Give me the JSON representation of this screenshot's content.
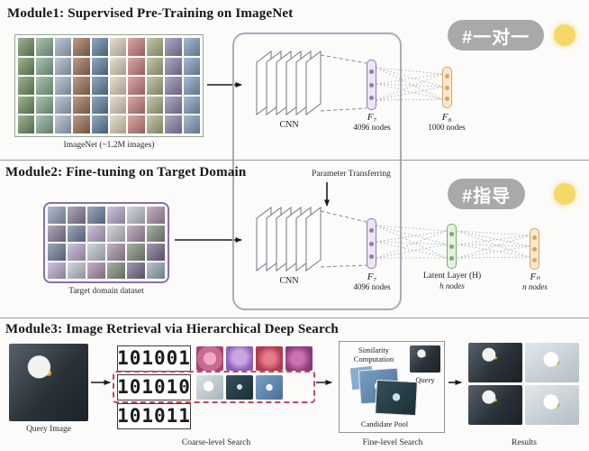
{
  "colors": {
    "purple_node": "#8f7bb8",
    "orange_node": "#d9a55f",
    "green_node": "#7aab6f",
    "badge_bg": "#a9a9a9",
    "badge_dot": "#f5d868",
    "highlight_red": "#cc4455",
    "container_border": "#a6adb8"
  },
  "module1": {
    "title": "Module1: Supervised Pre-Training on ImageNet",
    "dataset_caption": "ImageNet (~1.2M images)",
    "cnn_label": "CNN",
    "f7_name": "F₇",
    "f7_sub": "4096 nodes",
    "f8_name": "F₈",
    "f8_sub": "1000 nodes",
    "badge": "#一对一"
  },
  "module2": {
    "title": "Module2: Fine-tuning on Target Domain",
    "transfer_label": "Parameter Transferring",
    "dataset_caption": "Target domain dataset",
    "cnn_label": "CNN",
    "f7_name": "F₇",
    "f7_sub": "4096 nodes",
    "latent_name": "Latent Layer (H)",
    "latent_sub": "h nodes",
    "fn_name": "Fₙ",
    "fn_sub": "n nodes",
    "badge": "#指导"
  },
  "module3": {
    "title": "Module3: Image Retrieval via Hierarchical Deep Search",
    "query_caption": "Query Image",
    "coarse": {
      "rows": [
        {
          "code": "101001",
          "thumbs": [
            "flower-pink",
            "flower-violet",
            "flower-red",
            "flower-magenta"
          ],
          "highlight": false
        },
        {
          "code": "101010",
          "thumbs": [
            "bird-light",
            "bird-dark",
            "bird-blue"
          ],
          "highlight": true
        },
        {
          "code": "101011",
          "thumbs": [],
          "highlight": false
        }
      ],
      "caption": "Coarse-level Search"
    },
    "fine": {
      "similarity_label": "Similarity Computation",
      "query_label": "Query",
      "pool_label": "Candidate Pool",
      "caption": "Fine-level Search"
    },
    "results_styles": [
      "dark",
      "light",
      "dark",
      "light"
    ],
    "results_caption": "Results"
  },
  "mosaics": {
    "imagenet": {
      "rows": 5,
      "cols": 10,
      "palette": [
        "#6f8f5f",
        "#c4b194",
        "#d190a8",
        "#7f9cbb",
        "#a8ad85",
        "#decfb8",
        "#9a6f55",
        "#82a88e",
        "#b98fb4",
        "#587f6f",
        "#ccb06f",
        "#8a82a8",
        "#c97f7f",
        "#5f7f9f",
        "#9fb0c4"
      ]
    },
    "target": {
      "rows": 4,
      "cols": 6,
      "palette": [
        "#8f9fb8",
        "#b8a8cc",
        "#7f8f7a",
        "#c4b8a0",
        "#6f7f9a",
        "#a88fa8",
        "#94a8b8",
        "#8a7f98",
        "#bfc4cc",
        "#77688a"
      ]
    }
  }
}
